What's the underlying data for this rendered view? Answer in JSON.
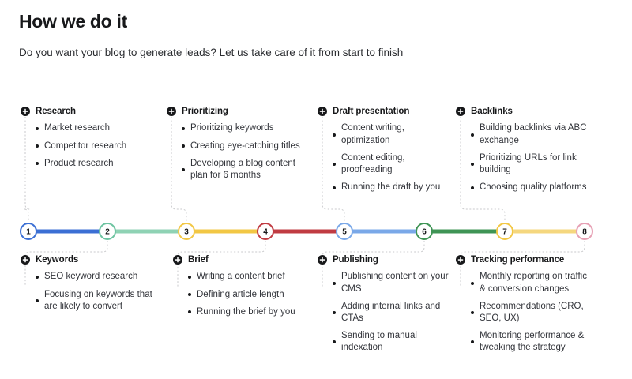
{
  "header": {
    "title": "How we do it",
    "subtitle": "Do you want your blog to generate leads? Let us take care of it from start to finish"
  },
  "timeline": {
    "nodes": [
      {
        "number": "1",
        "color": "#3b6fd4",
        "fill": "#ffffff"
      },
      {
        "number": "2",
        "color": "#6cc3a0",
        "fill": "#ffffff"
      },
      {
        "number": "3",
        "color": "#f2c744",
        "fill": "#ffffff"
      },
      {
        "number": "4",
        "color": "#c03b42",
        "fill": "#ffffff"
      },
      {
        "number": "5",
        "color": "#7aa8e8",
        "fill": "#ffffff"
      },
      {
        "number": "6",
        "color": "#3f9455",
        "fill": "#ffffff"
      },
      {
        "number": "7",
        "color": "#f2c744",
        "fill": "#ffffff"
      },
      {
        "number": "8",
        "color": "#e6a0b4",
        "fill": "#ffffff"
      }
    ],
    "segments": [
      {
        "from": "1",
        "to": "2",
        "color": "#3b6fd4"
      },
      {
        "from": "2",
        "to": "3",
        "color": "#8fd2b4"
      },
      {
        "from": "3",
        "to": "4",
        "color": "#f2c744"
      },
      {
        "from": "4",
        "to": "5",
        "color": "#c03b42"
      },
      {
        "from": "5",
        "to": "6",
        "color": "#7aa8e8"
      },
      {
        "from": "6",
        "to": "7",
        "color": "#3f9455"
      },
      {
        "from": "7",
        "to": "8",
        "color": "#f5d77e"
      }
    ],
    "connector_color": "#c9cacc"
  },
  "steps": [
    {
      "number": "1",
      "position": "top",
      "title": "Research",
      "items": [
        "Market research",
        "Competitor research",
        "Product research"
      ]
    },
    {
      "number": "2",
      "position": "bottom",
      "title": "Keywords",
      "items": [
        "SEO keyword research",
        "Focusing on keywords that are likely to convert"
      ]
    },
    {
      "number": "3",
      "position": "top",
      "title": "Prioritizing",
      "items": [
        "Prioritizing keywords",
        "Creating eye-catching titles",
        "Developing a blog content plan for 6 months"
      ]
    },
    {
      "number": "4",
      "position": "bottom",
      "title": "Brief",
      "items": [
        "Writing a content brief",
        "Defining article length",
        "Running the brief by you"
      ]
    },
    {
      "number": "5",
      "position": "top",
      "title": "Draft presentation",
      "items": [
        "Content writing, optimization",
        "Content editing, proofreading",
        "Running the draft by you"
      ]
    },
    {
      "number": "6",
      "position": "bottom",
      "title": "Publishing",
      "items": [
        "Publishing content on your CMS",
        "Adding internal links and CTAs",
        "Sending to manual indexation"
      ]
    },
    {
      "number": "7",
      "position": "top",
      "title": "Backlinks",
      "items": [
        "Building backlinks via ABC exchange",
        "Prioritizing URLs for link building",
        "Choosing quality platforms"
      ]
    },
    {
      "number": "8",
      "position": "bottom",
      "title": "Tracking performance",
      "items": [
        "Monthly reporting on traffic & conversion changes",
        "Recommendations (CRO, SEO, UX)",
        "Monitoring performance & tweaking the strategy"
      ]
    }
  ],
  "icons": {
    "plus_circle": "plus-circle-icon"
  }
}
